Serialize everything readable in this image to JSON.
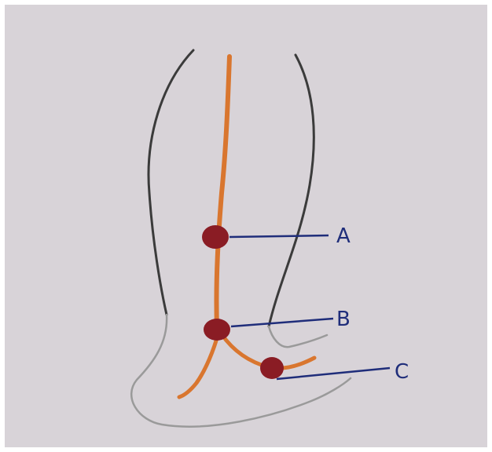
{
  "labels": {
    "a": "A",
    "b": "B",
    "c": "C"
  },
  "colors": {
    "paper": "#d8d3d8",
    "outline_dark": "#3b3b3b",
    "outline_light": "#9a9a9a",
    "vessel": "#d9762f",
    "marker": "#8a1c24",
    "ink": "#1f2d7a"
  }
}
